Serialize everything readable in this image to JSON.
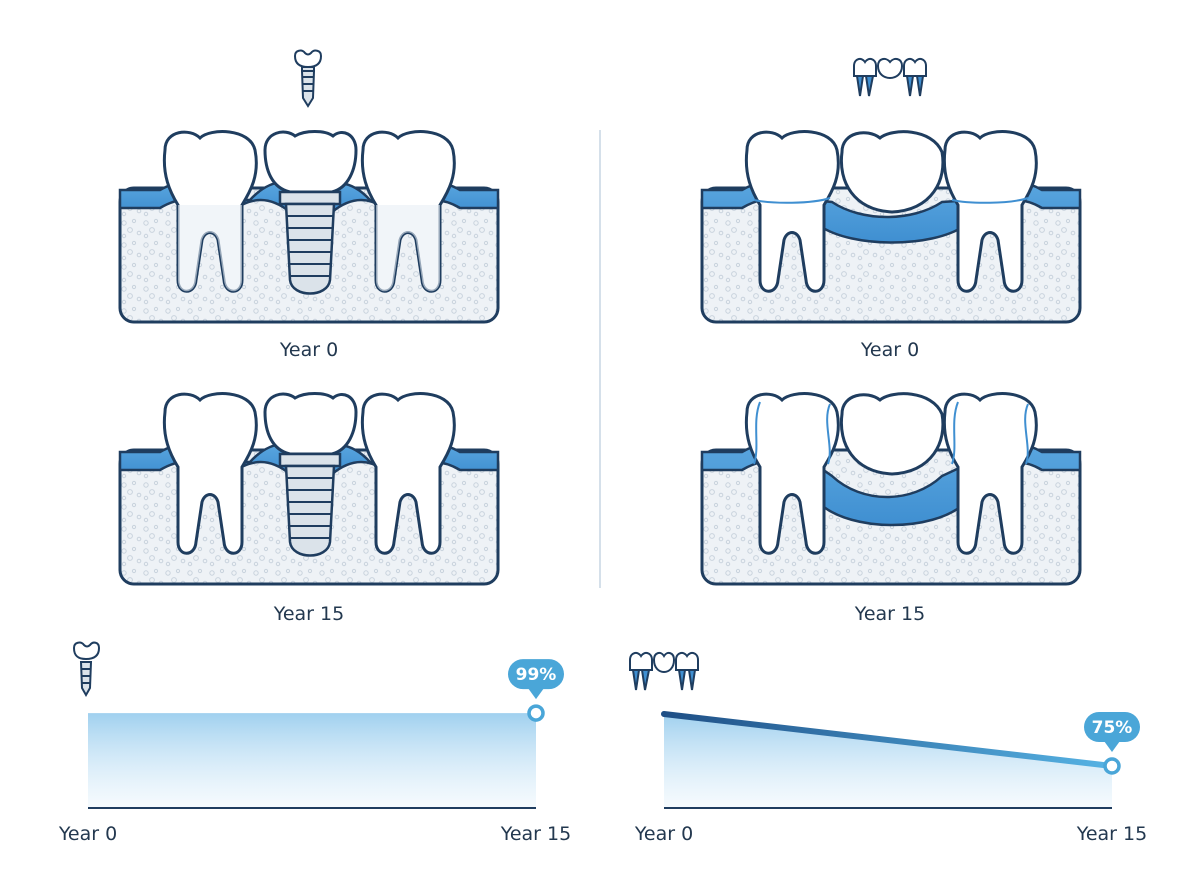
{
  "colors": {
    "outline": "#1f3d5f",
    "gum": "#3f8fd1",
    "gum_light": "#cfe4f6",
    "bone": "#eef2f6",
    "bone_dots": "#c9d3dd",
    "tooth": "#ffffff",
    "tooth_shade": "#e7eef5",
    "implant": "#dbe3ea",
    "badge": "#4aa6d8",
    "divider": "#c7d6e3"
  },
  "icons": {
    "implant": "dental-implant-icon",
    "bridge": "dental-bridge-icon"
  },
  "panels": {
    "implant_year0": {
      "label": "Year 0"
    },
    "implant_year15": {
      "label": "Year 15"
    },
    "bridge_year0": {
      "label": "Year 0"
    },
    "bridge_year15": {
      "label": "Year 15"
    }
  },
  "chart_data": [
    {
      "type": "line",
      "x": [
        "Year 0",
        "Year 15"
      ],
      "series": [
        {
          "values": [
            99,
            99
          ]
        }
      ],
      "ylim": [
        0,
        100
      ],
      "annotations": [
        {
          "at": "Year 15",
          "text": "99%"
        }
      ],
      "xlabel": "",
      "ylabel": ""
    },
    {
      "type": "line",
      "x": [
        "Year 0",
        "Year 15"
      ],
      "series": [
        {
          "values": [
            100,
            75
          ]
        }
      ],
      "ylim": [
        0,
        100
      ],
      "annotations": [
        {
          "at": "Year 15",
          "text": "75%"
        }
      ],
      "xlabel": "",
      "ylabel": ""
    }
  ]
}
